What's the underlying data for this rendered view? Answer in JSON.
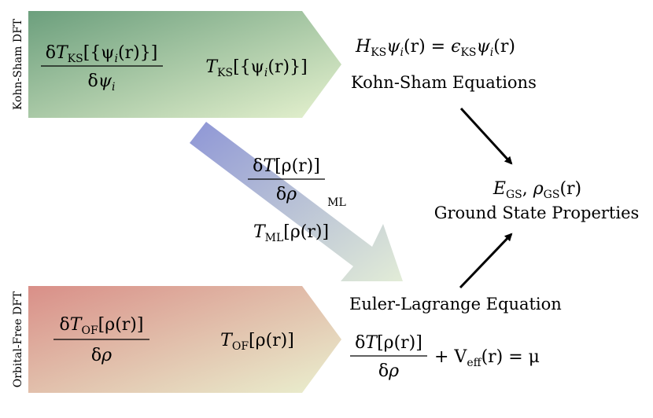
{
  "side_labels": {
    "ks": "Kohn-Sham DFT",
    "of": "Orbital-Free DFT"
  },
  "ks_block": {
    "frac_num": {
      "delta": "δ",
      "T": "T",
      "sub": "KS",
      "arg": "[{ψ",
      "idx": "i",
      "arg2": "(r)}]"
    },
    "frac_den": {
      "delta": "δ",
      "psi": "ψ",
      "idx": "i"
    },
    "functional": {
      "T": "T",
      "sub": "KS",
      "arg": "[{ψ",
      "idx": "i",
      "arg2": "(r)}]"
    }
  },
  "ml_block": {
    "frac_num": {
      "delta": "δ",
      "T": "T",
      "arg": "[ρ(r)]"
    },
    "frac_den": {
      "delta": "δ",
      "rho": "ρ"
    },
    "sub": "ML",
    "functional": {
      "T": "T",
      "sub": "ML",
      "arg": "[ρ(r)]"
    }
  },
  "of_block": {
    "frac_num": {
      "delta": "δ",
      "T": "T",
      "sub": "OF",
      "arg": "[ρ(r)]"
    },
    "frac_den": {
      "delta": "δ",
      "rho": "ρ"
    },
    "functional": {
      "T": "T",
      "sub": "OF",
      "arg": "[ρ(r)]"
    }
  },
  "ks_equation": {
    "H": "H",
    "Hsub": "KS",
    "psi": "ψ",
    "i": "i",
    "r": "(r) = ",
    "eps": "ϵ",
    "epssub": "KS",
    "psi2": "ψ",
    "i2": "i",
    "r2": "(r)",
    "caption": "Kohn-Sham Equations"
  },
  "gs": {
    "E": "E",
    "Esub": "GS",
    "comma": ", ",
    "rho": "ρ",
    "rhosub": "GS",
    "r": "(r)",
    "caption": "Ground State Properties"
  },
  "el_equation": {
    "caption": "Euler-Lagrange Equation",
    "frac_num": {
      "delta": "δ",
      "T": "T",
      "arg": "[ρ(r)]"
    },
    "frac_den": {
      "delta": "δ",
      "rho": "ρ"
    },
    "rest": "+ V",
    "vsub": "eff",
    "rest2": "(r) = μ"
  },
  "colors": {
    "ks_dark": "#6c9f7d",
    "ks_light": "#e6f2cf",
    "of_dark": "#d98f88",
    "of_light": "#eaf0cf",
    "ml_dark": "#8e96d6",
    "ml_light": "#e2ecd7"
  }
}
